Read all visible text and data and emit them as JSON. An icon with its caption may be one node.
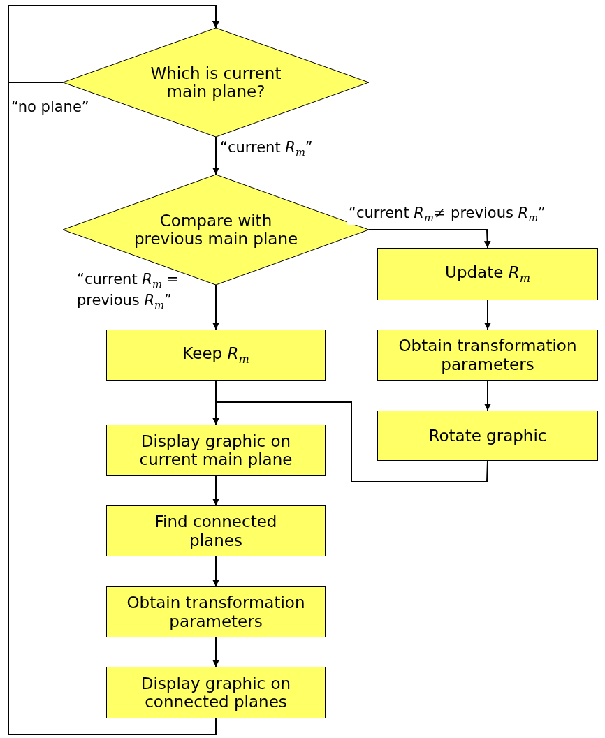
{
  "diagram": {
    "nodes": [
      {
        "text": [
          "Which is current main plane?"
        ]
      },
      {
        "text": [
          "Compare with previous main plane"
        ]
      },
      {
        "text": [
          "Update *R*$_{m}$"
        ]
      },
      {
        "text": [
          "Obtain transformation parameters"
        ]
      },
      {
        "text": [
          "Rotate graphic"
        ]
      },
      {
        "text": [
          "Keep *R*$_{m}$"
        ]
      },
      {
        "text": [
          "Display graphic on current main plane"
        ]
      },
      {
        "text": [
          "Find connected planes"
        ]
      },
      {
        "text": [
          "Obtain transformation parameters"
        ]
      },
      {
        "text": [
          "Display graphic on connected planes"
        ]
      }
    ],
    "edges": [
      {
        "from": 0,
        "to": 0,
        "arrow": "to",
        "label": "“no plane”"
      },
      {
        "from": 9,
        "to": 0,
        "arrow": "to"
      },
      {
        "from": 0,
        "to": 1,
        "arrow": "to",
        "label": "“current *R*$_{m}$”"
      },
      {
        "from": 1,
        "to": 2,
        "arrow": "to",
        "label": "“current *R*$_{m}$≠ previous *R*$_{m}$”"
      },
      {
        "from": 1,
        "to": 5,
        "arrow": "to",
        "label": "“current *R*$_{m}$ = previous *R*$_{m}$”"
      },
      {
        "from": 2,
        "to": 3,
        "arrow": "to"
      },
      {
        "from": 3,
        "to": 4,
        "arrow": "to"
      },
      {
        "from": 4,
        "to": 6,
        "arrow": "to"
      },
      {
        "from": 5,
        "to": 6,
        "arrow": "to"
      },
      {
        "from": 6,
        "to": 7,
        "arrow": "to"
      },
      {
        "from": 7,
        "to": 8,
        "arrow": "to"
      },
      {
        "from": 8,
        "to": 9,
        "arrow": "to"
      }
    ]
  }
}
